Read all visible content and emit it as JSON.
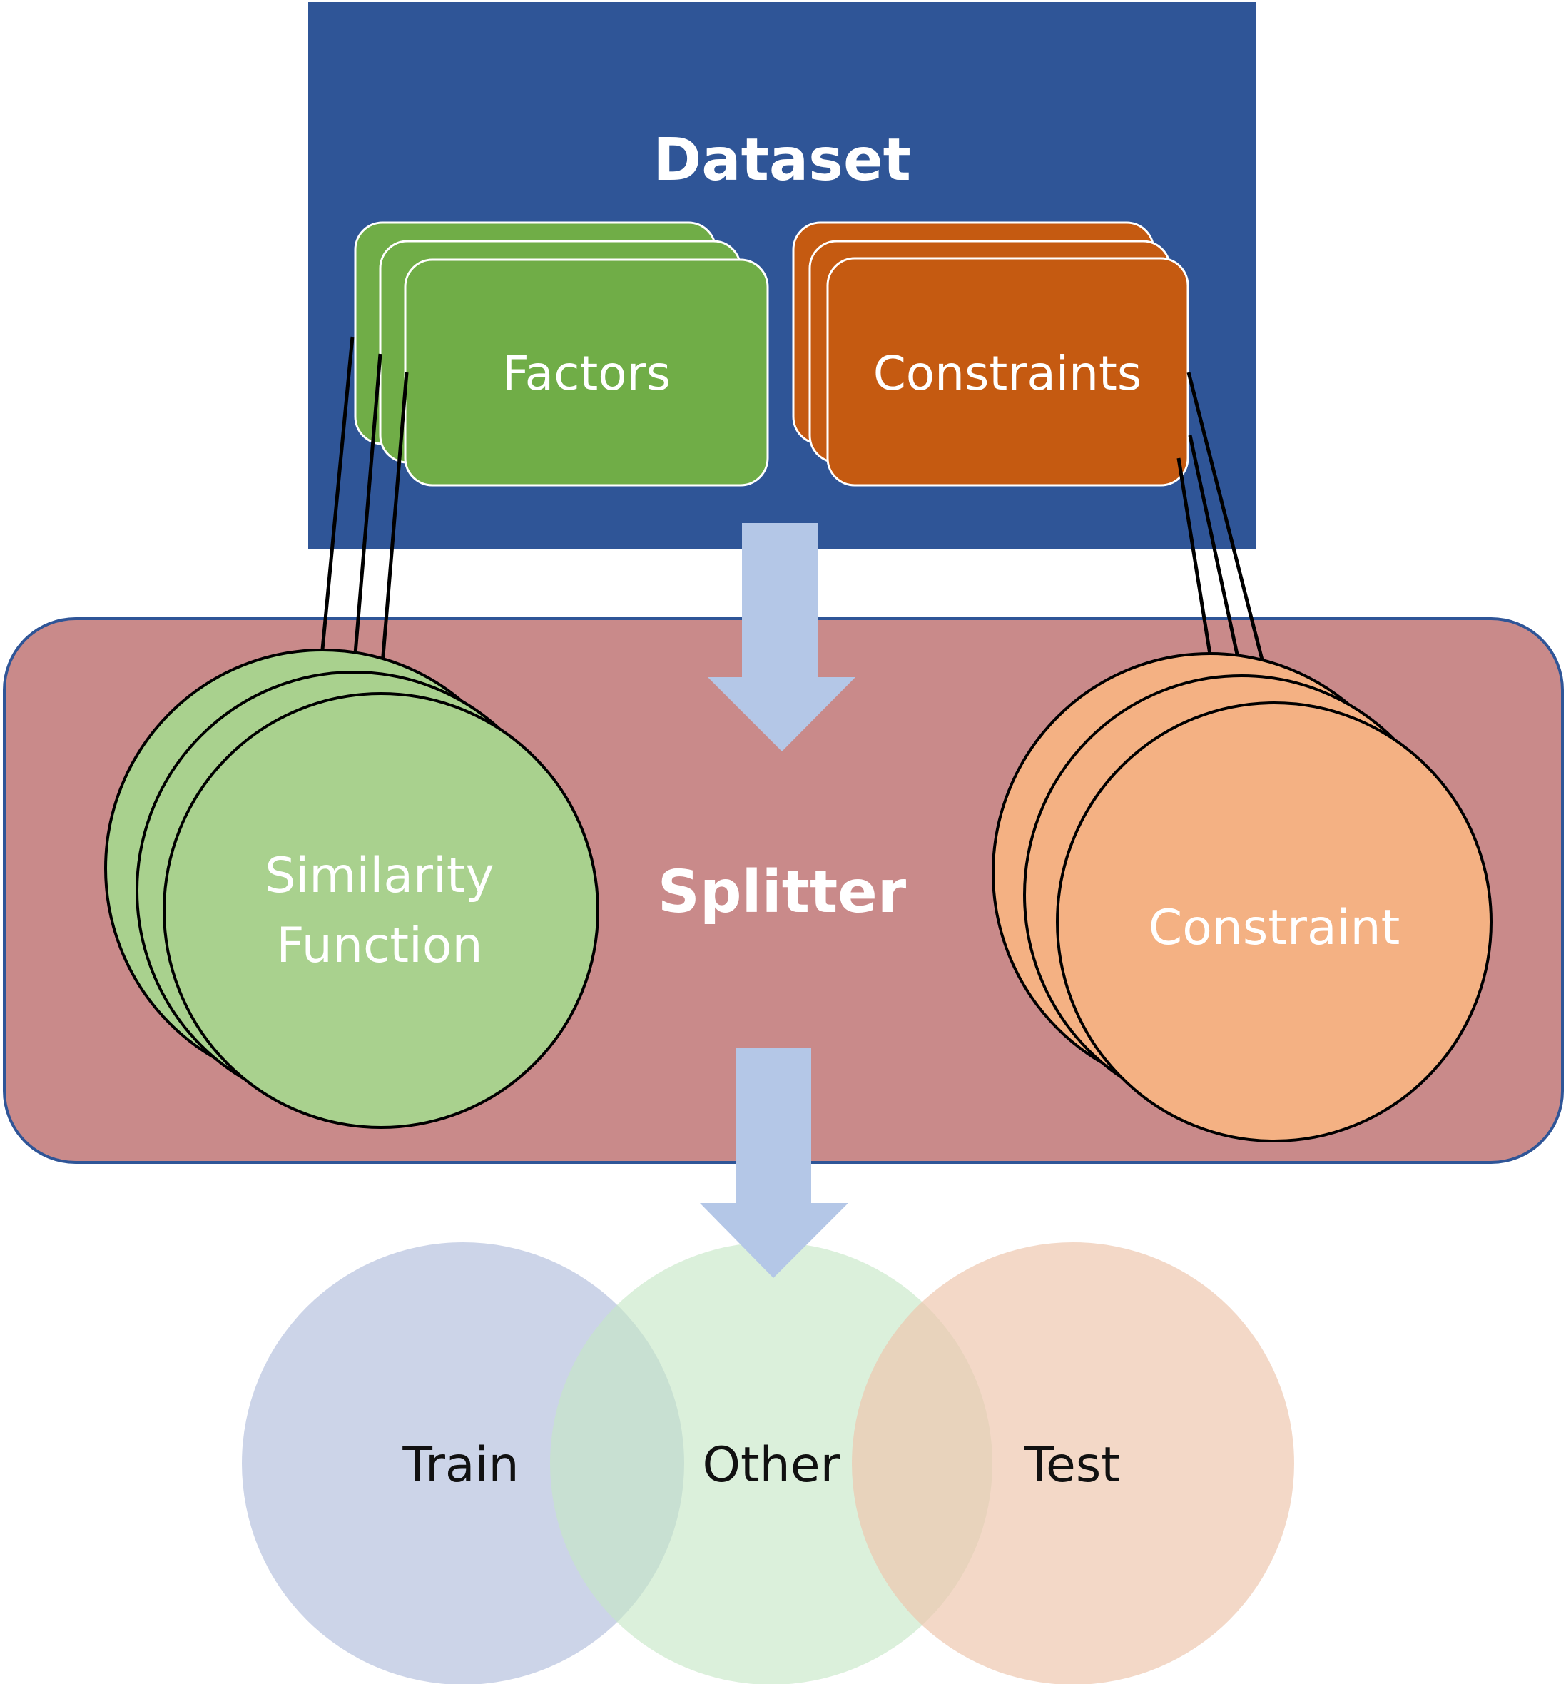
{
  "dataset": {
    "title": "Dataset",
    "factors_label": "Factors",
    "constraints_label": "Constraints"
  },
  "splitter": {
    "title": "Splitter",
    "similarity_label_line1": "Similarity",
    "similarity_label_line2": "Function",
    "constraint_label": "Constraint"
  },
  "outputs": {
    "train_label": "Train",
    "other_label": "Other",
    "test_label": "Test"
  },
  "colors": {
    "dataset_bg": "#2F5597",
    "factors_fill": "#70AD47",
    "constraints_fill": "#C55A11",
    "splitter_bg": "#C98A8A",
    "splitter_border": "#2F5597",
    "similarity_fill": "#A9D18E",
    "constraint_fill": "#F4B183",
    "arrow_fill": "#B4C7E7",
    "train_fill": "#B4C0DD",
    "other_fill": "#C5E6C5",
    "test_fill": "#EEC5AC"
  }
}
